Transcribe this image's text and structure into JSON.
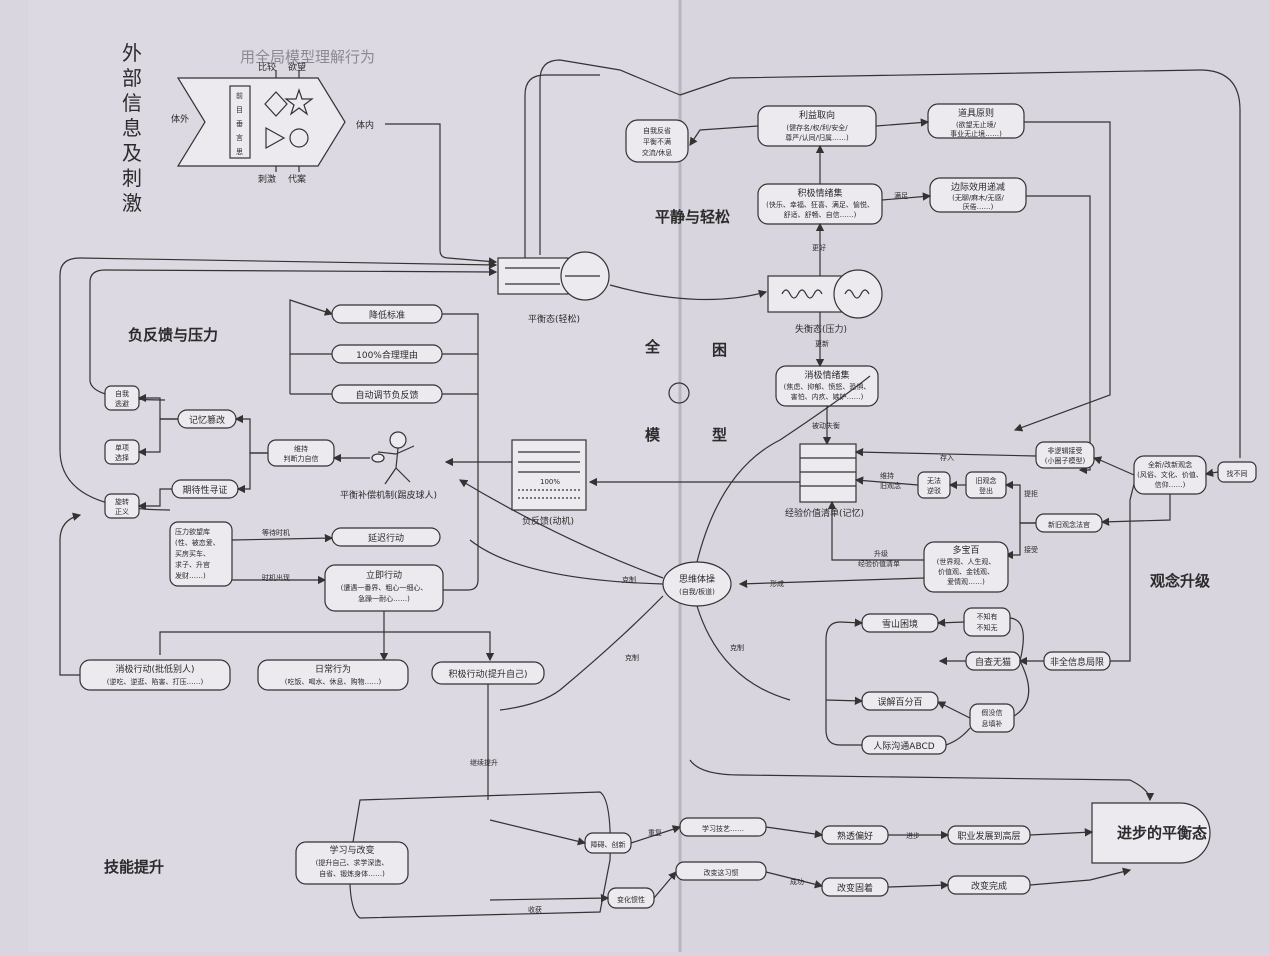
{
  "left_page": {
    "vertical_title": [
      "外",
      "部",
      "信",
      "息",
      "及",
      "刺",
      "激"
    ],
    "entry_diagram": {
      "outside": "体外",
      "inside": "体内",
      "top_left": "比较",
      "top_right": "欲望",
      "bottom_left": "刺激",
      "bottom_right": "代案",
      "filter_rows": [
        "前",
        "目",
        "垂",
        "言",
        "思"
      ]
    },
    "balance_state": "平衡态(轻松)",
    "negative_feedback_section": "负反馈与压力",
    "skills_section": "技能提升",
    "lower_standard": "降低标准",
    "reasonable_100": "100%合理理由",
    "auto_adjust": "自动调节负反馈",
    "self_deception": "自我\n逃避",
    "memory_distortion": "记忆篡改",
    "simple_choice": "单项\n选择",
    "keep_judgment": "维持\n判断力自信",
    "expect_evidence": "期待性寻证",
    "redefine": "旋转\n正义",
    "compensation": "平衡补偿机制(踢皮球人)",
    "negative_feedback_motive": "负反馈(动机)",
    "slider_pct": "100%",
    "pressure_desire": "压力欲望库\n(性、被恋爱、\n买房买车、\n求子、升官\n发财……)",
    "wait_chance": "等待时机",
    "chance_comes": "时机出现",
    "delay_action": "延迟行动",
    "immediate_action": "立即行动\n(遭遇一番界、粗心一细心、\n急躁一耐心……)",
    "negative_action": "消极行动(批低别人)\n(逆吃、逆逛、陷害、打压……)",
    "daily_action": "日常行为\n(吃饭、喝水、休息、购物……)",
    "positive_action": "积极行动(提升自己)",
    "maintain_improve": "继续提升",
    "learn_change": "学习与改变\n(提升自己、求学深造、\n自省、锻炼身体……)",
    "win": "克制",
    "title_top": "用全局模型理解行为"
  },
  "right_page": {
    "quiet_easy": "平静与轻松",
    "imbalance_state": "失衡态(压力)",
    "global_model_chars": [
      "全",
      "模",
      "困",
      "型"
    ],
    "self_monitor_box": "自我反省\n平衡不满\n交流/休息",
    "profit_orientation": "利益取向\n(健存名/权/利/安全/\n尊严/认同/归属……)",
    "proceed_principles": "道具原则\n(欲望无止境/\n事业无止境……)",
    "positive_emotion": "积极情绪集\n(快乐、幸福、狂喜、满足、愉悦、\n舒适、舒畅、自信……)",
    "diminishing": "边际效用递减\n(无聊/麻木/无感/\n厌倦……)",
    "satisfy": "满足",
    "more_need": "更新",
    "bigger": "更好",
    "negative_emotion": "消极情绪集\n(焦虑、抑郁、愤怒、恐惧、\n害怕、内疚、嫉妒……)",
    "lose_balance": "被动失衡",
    "experience_list": "经验价值清单(记忆)",
    "store": "存入",
    "new_thought": "非逻辑接受\n(小圈子模型)",
    "new_concept": "全新/改新观念\n(风俗、文化、价值、\n信仰……)",
    "different": "找不同",
    "maintain_old": "维持\n旧观念",
    "no_logic": "无法\n逆驳",
    "old_idea": "旧观念\n登出",
    "new_old_law": "新旧观念法官",
    "refuse": "提拒",
    "accept": "接受",
    "treasure_box": "多宝百\n(世界观、人生观、\n价值观、金钱观、\n爱情观……)",
    "upgrade": "升级\n经验价值清单",
    "form": "形成",
    "thinking_body": "思维体操\n(自我/板道)",
    "concept_upgrade": "观念升级",
    "snow_mountain": "雪山困境",
    "unknown": "不知有\n不知无",
    "self_check": "自查无猫",
    "misread": "误解百分百",
    "missing_info": "假没信\n息填补",
    "interpersonal": "人际沟通ABCD",
    "incomplete_info": "非全信息局限",
    "progress_balance": "进步的平衡态",
    "obstacle": "障碍、创新",
    "learn_tech": "学习技艺……",
    "skill_good": "熟透偏好",
    "career": "职业发展到高层",
    "habit": "变化惯性",
    "change_habit": "改变这习惯",
    "reinforce": "改变固着",
    "change_done": "改变完成",
    "progress_label": "进步",
    "repeat": "重复",
    "stop": "收获",
    "transform": "成功"
  }
}
